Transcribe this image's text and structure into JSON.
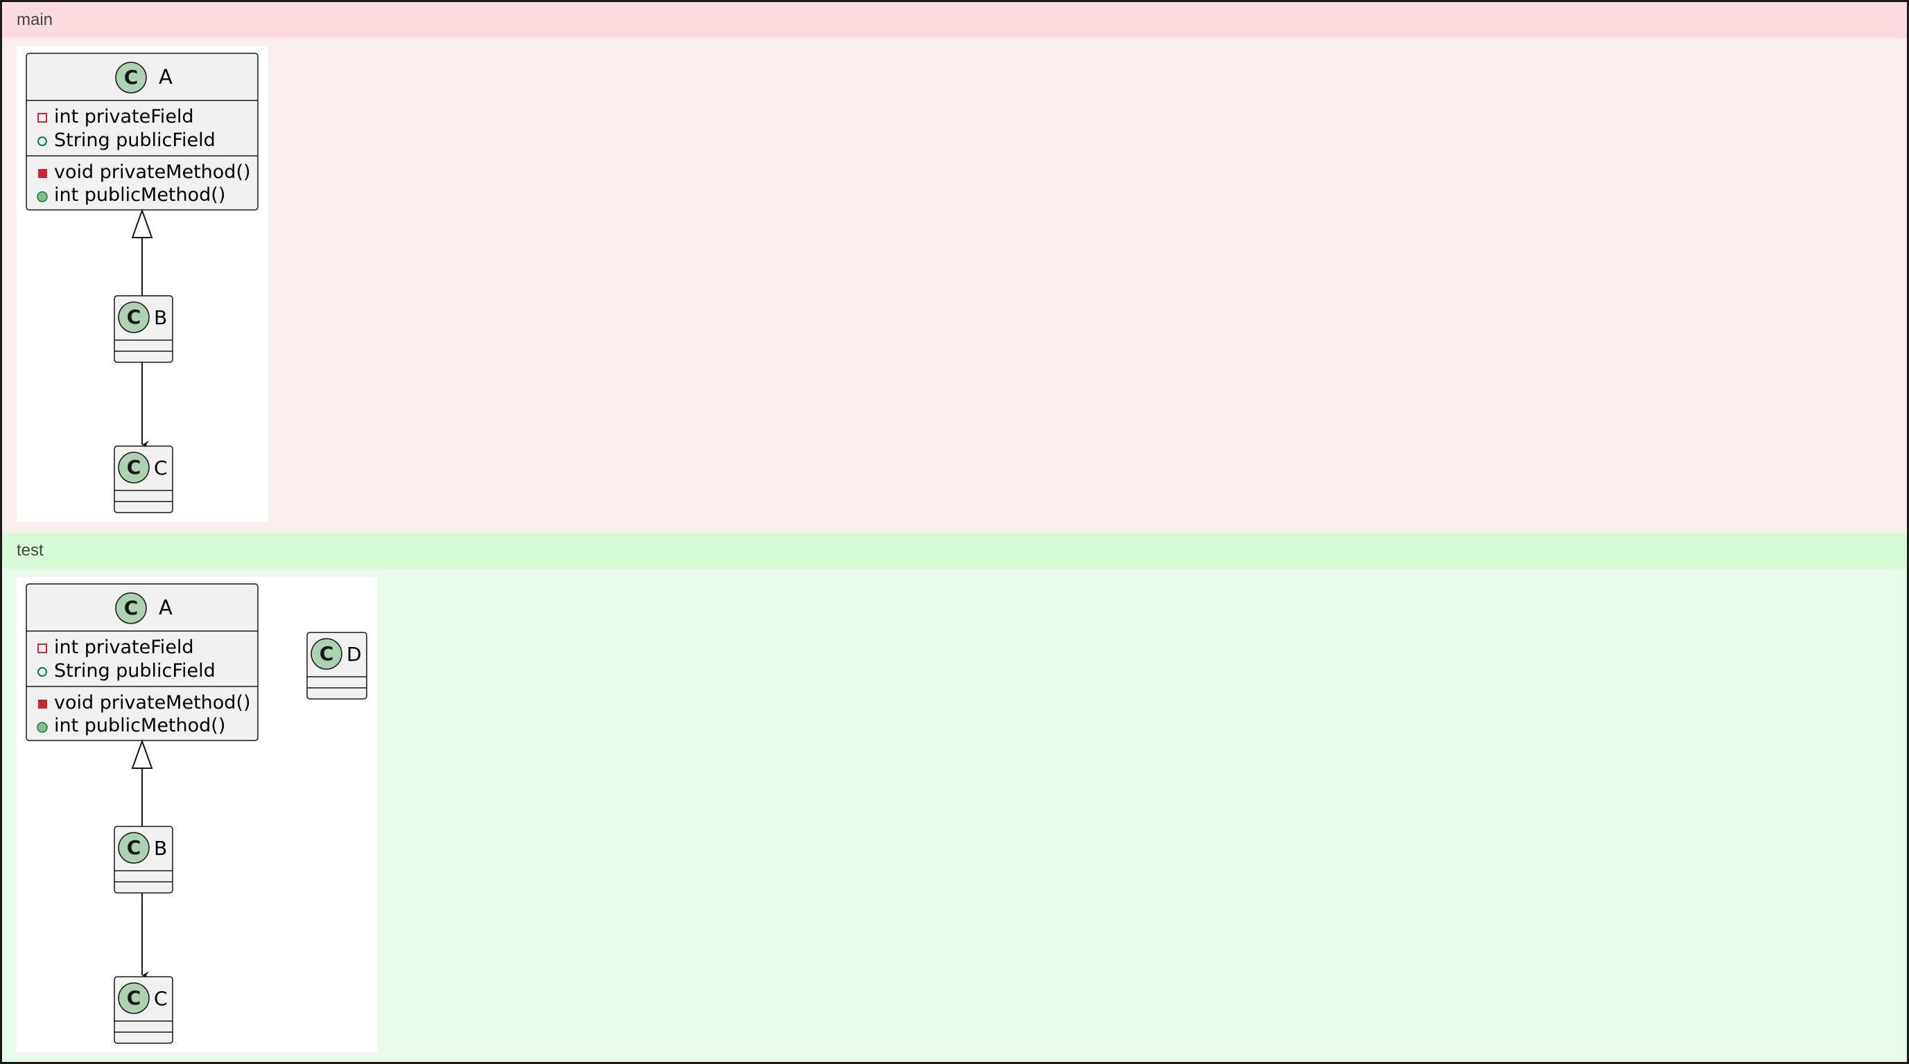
{
  "colors": {
    "main_header": "#fbdce1",
    "main_body": "#fbeeee",
    "test_header": "#d7fbd9",
    "test_body": "#e8fbed",
    "class_fill": "#f1f1f1",
    "class_border": "#181818",
    "class_icon": "#add1b2",
    "private_marker": "#c82930",
    "public_marker": "#84be84"
  },
  "panes": {
    "main": {
      "label": "main",
      "classes": {
        "a": {
          "name": "A",
          "fields": [
            "int privateField",
            "String publicField"
          ],
          "methods": [
            "void privateMethod()",
            "int publicMethod()"
          ]
        },
        "b": {
          "name": "B"
        },
        "c": {
          "name": "C"
        }
      }
    },
    "test": {
      "label": "test",
      "classes": {
        "a": {
          "name": "A",
          "fields": [
            "int privateField",
            "String publicField"
          ],
          "methods": [
            "void privateMethod()",
            "int publicMethod()"
          ]
        },
        "b": {
          "name": "B"
        },
        "c": {
          "name": "C"
        },
        "d": {
          "name": "D"
        }
      }
    }
  }
}
